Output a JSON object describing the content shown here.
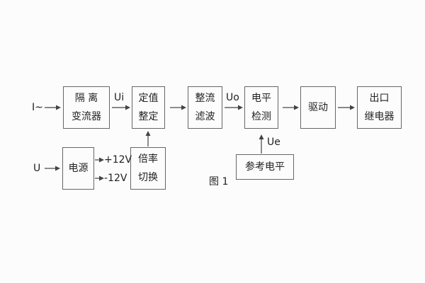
{
  "figure": {
    "caption": "图 1"
  },
  "blocks": {
    "isolation_converter": {
      "line1": "隔 离",
      "line2": "变流器"
    },
    "setpoint_adjust": {
      "line1": "定值",
      "line2": "整定"
    },
    "rectify_filter": {
      "line1": "整流",
      "line2": "滤波"
    },
    "level_detect": {
      "line1": "电平",
      "line2": "检测"
    },
    "drive": {
      "label": "驱动"
    },
    "output_relay": {
      "line1": "出口",
      "line2": "继电器"
    },
    "power": {
      "label": "电源"
    },
    "ratio_switch": {
      "line1": "倍率",
      "line2": "切换"
    },
    "reference_level": {
      "label": "参考电平"
    }
  },
  "signals": {
    "current_input": "I~",
    "voltage_input": "U",
    "ui": "Ui",
    "uo": "Uo",
    "ue": "Ue",
    "plus_12v": "+12V",
    "minus_12v": "-12V"
  },
  "colors": {
    "background": "#fcfcfc",
    "connector_line": "#444444",
    "box_border": "#666666",
    "text": "#222222"
  }
}
